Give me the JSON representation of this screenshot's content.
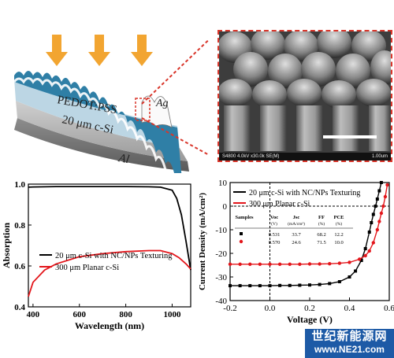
{
  "schematic": {
    "pedot_label": "PEDOT:PSS",
    "ag_label": "Ag",
    "si_label": "20 μm c-Si",
    "al_label": "Al",
    "arrow_color": "#f2a531",
    "wave_color": "#2f7fa6"
  },
  "sem": {
    "caption_left": "S4800 4.0kV x30.0k SE(M)",
    "caption_right": "1.00um",
    "border_color": "#d9362b"
  },
  "chart_data": [
    {
      "type": "line",
      "xlabel": "Wavelength (nm)",
      "ylabel": "Absorption",
      "xlim": [
        380,
        1080
      ],
      "ylim": [
        0.4,
        1.0
      ],
      "xticks": [
        400,
        600,
        800,
        1000
      ],
      "yticks": [
        0.4,
        0.6,
        0.8,
        1.0
      ],
      "ytick_labels": [
        "0.4",
        "0.6",
        "0.8",
        "1.0"
      ],
      "series": [
        {
          "name": "20 μm c-Si with NC/NPs Texturing",
          "color": "#000000",
          "x": [
            380,
            400,
            500,
            600,
            700,
            800,
            900,
            950,
            1000,
            1020,
            1040,
            1060,
            1080
          ],
          "y": [
            0.985,
            0.986,
            0.988,
            0.988,
            0.988,
            0.988,
            0.987,
            0.985,
            0.97,
            0.93,
            0.85,
            0.72,
            0.58
          ]
        },
        {
          "name": "300 μm Planar c-Si",
          "color": "#e3161b",
          "x": [
            380,
            400,
            450,
            500,
            600,
            700,
            800,
            900,
            950,
            1000,
            1030,
            1060,
            1080
          ],
          "y": [
            0.45,
            0.52,
            0.58,
            0.61,
            0.645,
            0.66,
            0.67,
            0.675,
            0.675,
            0.66,
            0.64,
            0.61,
            0.585
          ]
        }
      ],
      "legend_position": "bottom-right"
    },
    {
      "type": "line",
      "xlabel": "Voltage (V)",
      "ylabel": "Current Density (mA/cm²)",
      "xlim": [
        -0.2,
        0.6
      ],
      "ylim": [
        -40,
        10
      ],
      "xticks": [
        -0.2,
        0.0,
        0.2,
        0.4,
        0.6
      ],
      "xtick_labels": [
        "-0.2",
        "0.0",
        "0.2",
        "0.4",
        "0.6"
      ],
      "yticks": [
        -40,
        -30,
        -20,
        -10,
        0,
        10
      ],
      "series": [
        {
          "name": "20 μm c-Si with NC/NPs Texturing",
          "color": "#000000",
          "marker": "square",
          "x": [
            -0.2,
            -0.15,
            -0.1,
            -0.05,
            0.0,
            0.05,
            0.1,
            0.15,
            0.2,
            0.25,
            0.3,
            0.35,
            0.4,
            0.43,
            0.46,
            0.48,
            0.5,
            0.51,
            0.52,
            0.531,
            0.54,
            0.55,
            0.56
          ],
          "y": [
            -33.7,
            -33.7,
            -33.7,
            -33.7,
            -33.7,
            -33.6,
            -33.6,
            -33.5,
            -33.4,
            -33.2,
            -32.8,
            -32.0,
            -30.0,
            -27.5,
            -23.0,
            -18.0,
            -11.0,
            -7.0,
            -3.5,
            0.0,
            3.0,
            6.5,
            10.0
          ]
        },
        {
          "name": "300 μm Planar c-Si",
          "color": "#e3161b",
          "marker": "circle",
          "x": [
            -0.2,
            -0.15,
            -0.1,
            -0.05,
            0.0,
            0.05,
            0.1,
            0.15,
            0.2,
            0.25,
            0.3,
            0.35,
            0.4,
            0.45,
            0.48,
            0.5,
            0.52,
            0.54,
            0.55,
            0.56,
            0.57,
            0.58,
            0.59
          ],
          "y": [
            -24.6,
            -24.6,
            -24.6,
            -24.6,
            -24.6,
            -24.6,
            -24.6,
            -24.6,
            -24.5,
            -24.5,
            -24.4,
            -24.2,
            -23.8,
            -22.5,
            -21.0,
            -19.0,
            -15.5,
            -10.0,
            -6.5,
            -3.0,
            0.0,
            4.0,
            9.0
          ]
        }
      ],
      "legend_position": "top-left",
      "table": {
        "headers": [
          "Samples",
          "Voc",
          "Jsc",
          "FF",
          "PCE"
        ],
        "units": [
          "",
          "(V)",
          "(mA/cm²)",
          "(%)",
          "(%)"
        ],
        "rows": [
          [
            "0.531",
            "33.7",
            "68.2",
            "12.2"
          ],
          [
            "0.570",
            "24.6",
            "71.5",
            "10.0"
          ]
        ]
      }
    }
  ],
  "watermark": {
    "title": "世纪新能源网",
    "url": "www.NE21.com"
  }
}
